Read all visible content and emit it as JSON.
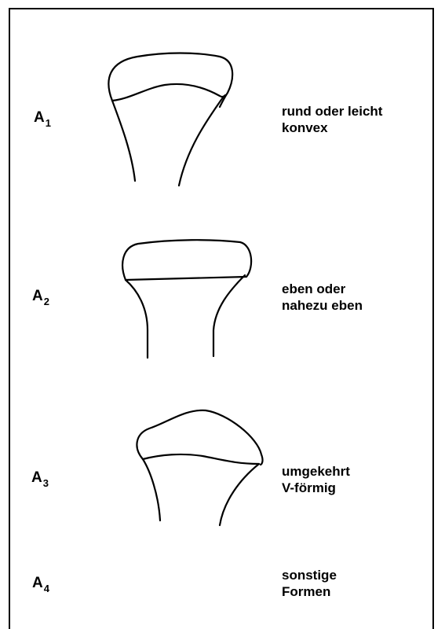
{
  "rows": [
    {
      "letter": "A",
      "index": "1",
      "description": [
        "rund oder leicht",
        "konvex"
      ]
    },
    {
      "letter": "A",
      "index": "2",
      "description": [
        "eben oder",
        "nahezu eben"
      ]
    },
    {
      "letter": "A",
      "index": "3",
      "description": [
        "umgekehrt",
        "V-förmig"
      ]
    },
    {
      "letter": "A",
      "index": "4",
      "description": [
        "sonstige",
        "Formen"
      ]
    }
  ]
}
